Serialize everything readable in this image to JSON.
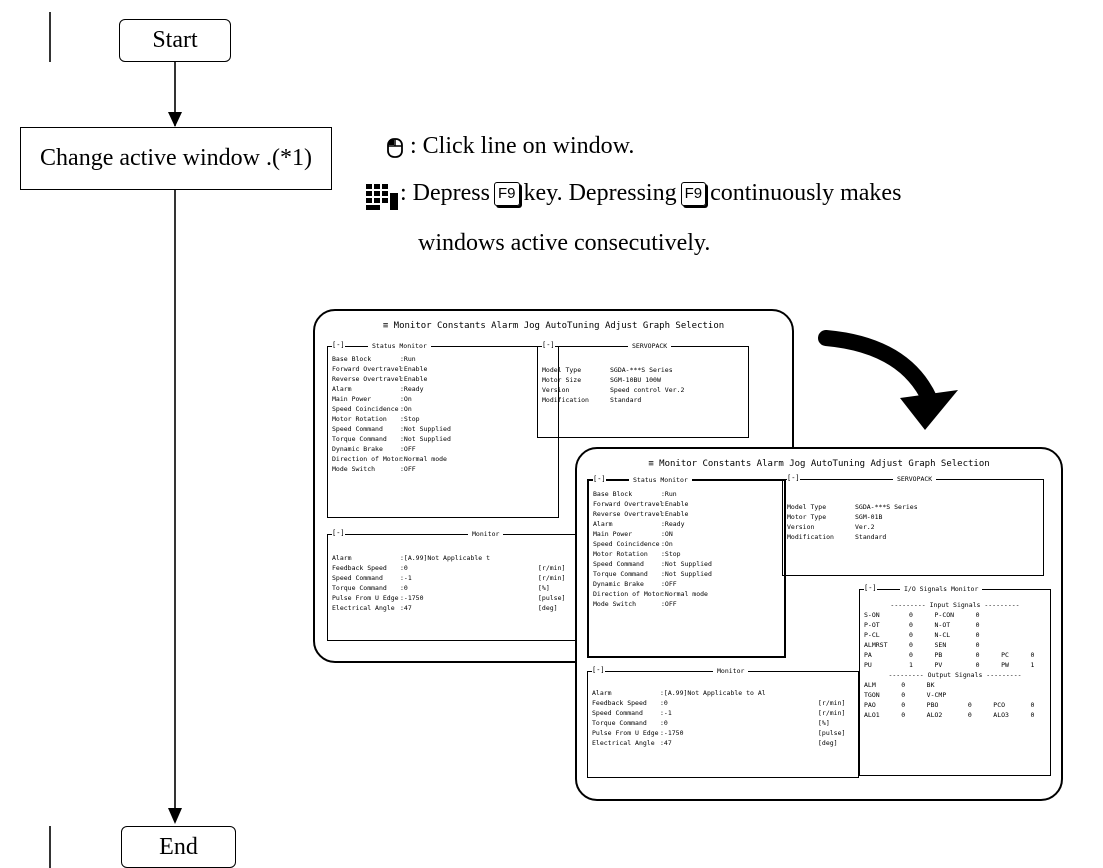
{
  "flow": {
    "start_label": "Start",
    "step_label": "Change active window .(*1)",
    "end_label": "End"
  },
  "notes": {
    "mouse_text": ": Click line on window.",
    "keyboard_text_a": ": Depress",
    "key_label": "F9",
    "keyboard_text_b": "key.  Depressing",
    "keyboard_text_c": "continuously makes",
    "keyboard_text_d": "windows active consecutively."
  },
  "screen1": {
    "menu": "≡ Monitor Constants Alarm Jog AutoTuning Adjust Graph Selection",
    "status_title": "Status Monitor",
    "status_rows": [
      [
        "Base Block",
        ":Run"
      ],
      [
        "Forward Overtravel",
        ":Enable"
      ],
      [
        "Reverse Overtravel",
        ":Enable"
      ],
      [
        "Alarm",
        ":Ready"
      ],
      [
        "Main Power",
        ":On"
      ],
      [
        "Speed Coincidence",
        ":On"
      ],
      [
        "Motor Rotation",
        ":Stop"
      ],
      [
        "Speed Command",
        ":Not Supplied"
      ],
      [
        "Torque Command",
        ":Not Supplied"
      ],
      [
        "Dynamic Brake",
        ":OFF"
      ],
      [
        "Direction of Motor",
        ":Normal mode"
      ],
      [
        "Mode Switch",
        ":OFF"
      ]
    ],
    "servopack_title": "SERVOPACK",
    "servopack_rows": [
      [
        "Model Type",
        "SGDA-***S Series"
      ],
      [
        "Motor Size",
        "SGM-10BU 100W"
      ],
      [
        "Version",
        "Speed control Ver.2"
      ],
      [
        "Modification",
        "Standard"
      ]
    ],
    "monitor_title": "Monitor",
    "monitor_rows": [
      [
        "Alarm",
        ":[A.99]Not Applicable t",
        ""
      ],
      [
        "Feedback Speed",
        ":0",
        "[r/min]"
      ],
      [
        "Speed Command",
        ":-1",
        "[r/min]"
      ],
      [
        "Torque Command",
        ":0",
        "[%]"
      ],
      [
        "Pulse From U Edge",
        ":-1750",
        "[pulse]"
      ],
      [
        "Electrical Angle",
        ":47",
        "[deg]"
      ]
    ]
  },
  "screen2": {
    "menu": "≡ Monitor Constants Alarm Jog AutoTuning Adjust Graph Selection",
    "status_title": "Status Monitor",
    "status_rows": [
      [
        "Base Block",
        ":Run"
      ],
      [
        "Forward Overtravel",
        ":Enable"
      ],
      [
        "Reverse Overtravel",
        ":Enable"
      ],
      [
        "Alarm",
        ":Ready"
      ],
      [
        "Main Power",
        ":ON"
      ],
      [
        "Speed Coincidence",
        ":On"
      ],
      [
        "Motor Rotation",
        ":Stop"
      ],
      [
        "Speed Command",
        ":Not Supplied"
      ],
      [
        "Torque Command",
        ":Not Supplied"
      ],
      [
        "Dynamic Brake",
        ":OFF"
      ],
      [
        "Direction of Motor",
        ":Normal mode"
      ],
      [
        "Mode Switch",
        ":OFF"
      ]
    ],
    "servopack_title": "SERVOPACK",
    "servopack_rows": [
      [
        "Model Type",
        "SGDA-***S Series"
      ],
      [
        "Motor Type",
        "SGM-01B"
      ],
      [
        "Version",
        "Ver.2"
      ],
      [
        "Modification",
        "Standard"
      ]
    ],
    "monitor_title": "Monitor",
    "monitor_rows": [
      [
        "Alarm",
        ":[A.99]Not Applicable to Al",
        ""
      ],
      [
        "Feedback Speed",
        ":0",
        "[r/min]"
      ],
      [
        "Speed Command",
        ":-1",
        "[r/min]"
      ],
      [
        "Torque Command",
        ":0",
        "[%]"
      ],
      [
        "Pulse From U Edge",
        ":-1750",
        "[pulse]"
      ],
      [
        "Electrical Angle",
        ":47",
        "[deg]"
      ]
    ],
    "io_title": "I/O Signals Monitor",
    "input_heading": "Input Signals",
    "input_cells": [
      "S-ON",
      "0",
      "P-CON",
      "0",
      "",
      "",
      "P-OT",
      "0",
      "N-OT",
      "0",
      "",
      "",
      "P-CL",
      "0",
      "N-CL",
      "0",
      "",
      "",
      "ALMRST",
      "0",
      "SEN",
      "0",
      "",
      "",
      "PA",
      "0",
      "PB",
      "0",
      "PC",
      "0",
      "PU",
      "1",
      "PV",
      "0",
      "PW",
      "1"
    ],
    "output_heading": "Output Signals",
    "output_cells": [
      "ALM",
      "0",
      "BK",
      "",
      "",
      "",
      "TGON",
      "0",
      "V-CMP",
      "",
      "",
      "",
      "PAO",
      "0",
      "PBO",
      "0",
      "PCO",
      "0",
      "ALO1",
      "0",
      "ALO2",
      "0",
      "ALO3",
      "0"
    ]
  }
}
